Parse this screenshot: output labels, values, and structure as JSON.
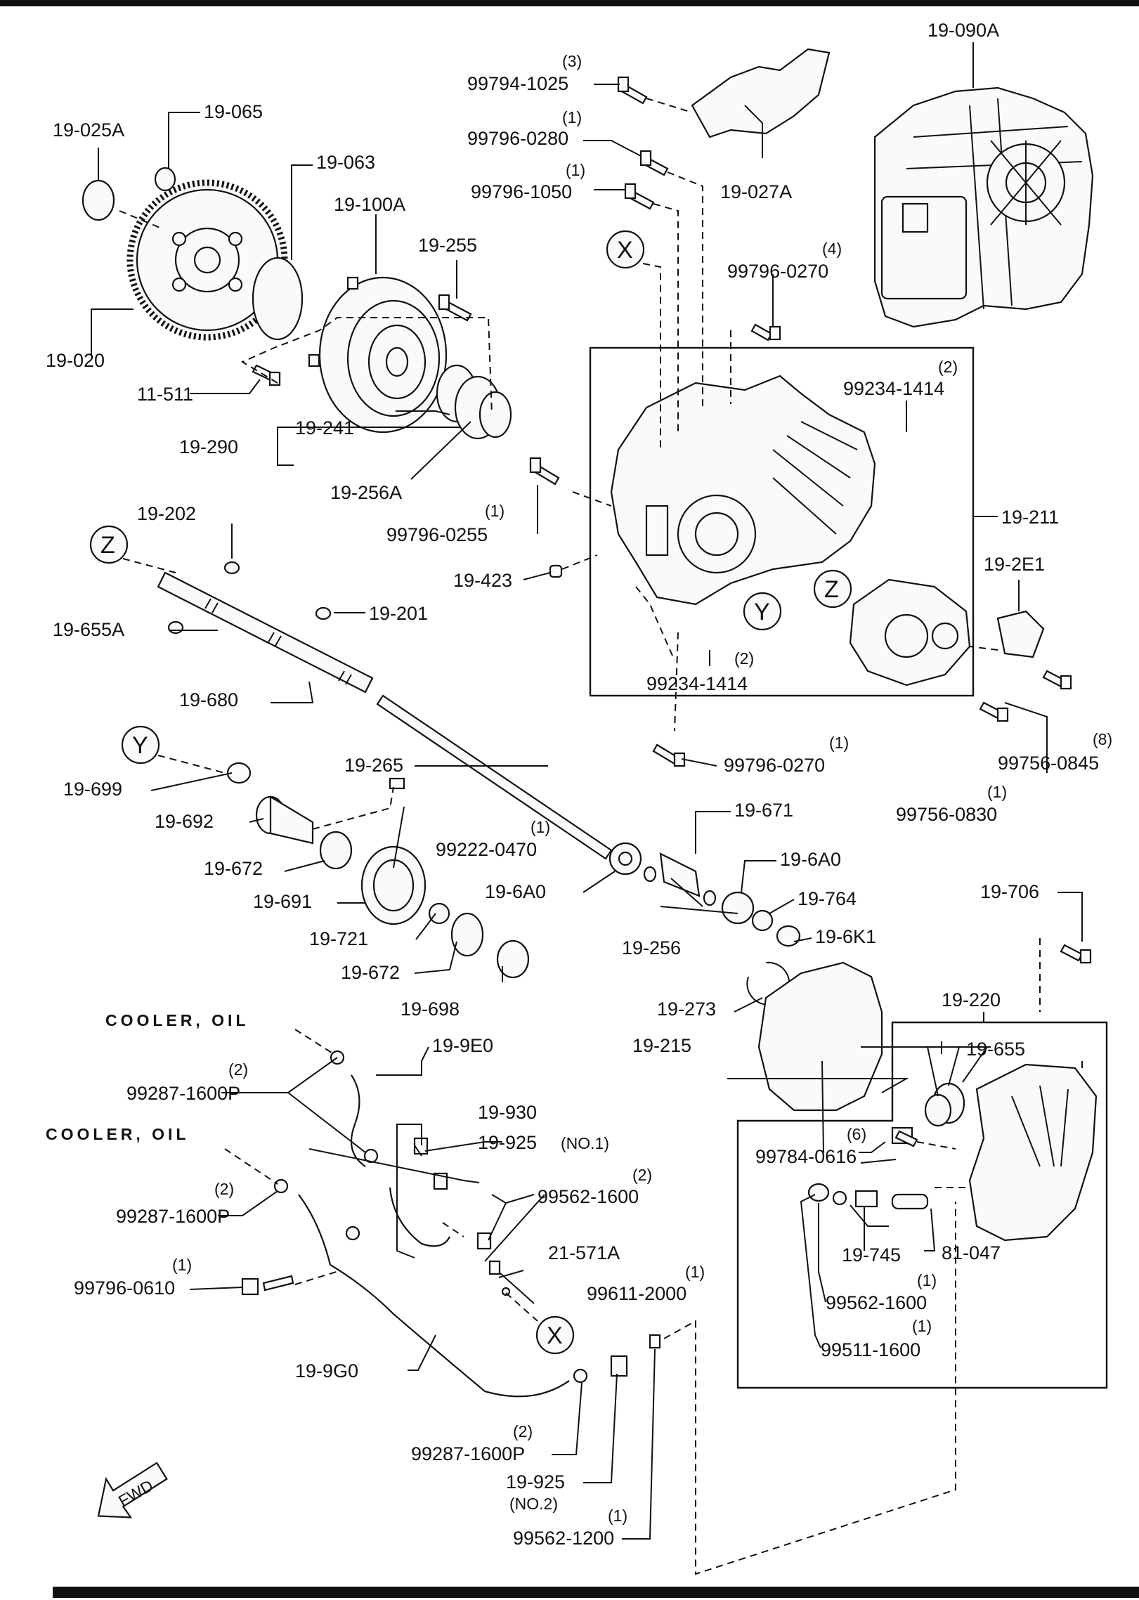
{
  "callouts": {
    "c19_090A": "19-090A",
    "c99794_1025": "99794-1025",
    "q99794_1025": "(3)",
    "c99796_0280": "99796-0280",
    "q99796_0280": "(1)",
    "c99796_1050": "99796-1050",
    "q99796_1050": "(1)",
    "c19_027A": "19-027A",
    "c99796_0270a": "99796-0270",
    "q99796_0270a": "(4)",
    "c19_025A": "19-025A",
    "c19_065": "19-065",
    "c19_063": "19-063",
    "c19_100A": "19-100A",
    "c19_255": "19-255",
    "c19_020": "19-020",
    "c11_511": "11-511",
    "c19_241": "19-241",
    "c19_290": "19-290",
    "c19_256A": "19-256A",
    "c99234_1414a": "99234-1414",
    "q99234_1414a": "(2)",
    "c99796_0255": "99796-0255",
    "q99796_0255": "(1)",
    "c19_211": "19-211",
    "c19_202": "19-202",
    "c19_423": "19-423",
    "c19_2E1": "19-2E1",
    "c19_655A": "19-655A",
    "c19_201": "19-201",
    "c99234_1414b": "99234-1414",
    "q99234_1414b": "(2)",
    "c19_680": "19-680",
    "c99796_0270b": "99796-0270",
    "q99796_0270b": "(1)",
    "c99756_0845": "99756-0845",
    "q99756_0845": "(8)",
    "c19_265": "19-265",
    "c19_699": "19-699",
    "c99756_0830": "99756-0830",
    "q99756_0830": "(1)",
    "c19_671": "19-671",
    "c19_692": "19-692",
    "c99222_0470": "99222-0470",
    "q99222_0470": "(1)",
    "c19_672a": "19-672",
    "c19_6A0a": "19-6A0",
    "c19_6A0b": "19-6A0",
    "c19_691": "19-691",
    "c19_764": "19-764",
    "c19_706": "19-706",
    "c19_721": "19-721",
    "c19_256": "19-256",
    "c19_6K1": "19-6K1",
    "c19_672b": "19-672",
    "c19_698": "19-698",
    "c19_220": "19-220",
    "c19_273": "19-273",
    "cooler1": "COOLER, OIL",
    "c19_9E0": "19-9E0",
    "c19_215": "19-215",
    "c19_655": "19-655",
    "c99287_1600Pa": "99287-1600P",
    "q99287_1600Pa": "(2)",
    "c19_930": "19-930",
    "c99784_0616": "99784-0616",
    "q99784_0616": "(6)",
    "cooler2": "COOLER, OIL",
    "c19_925a": "19-925",
    "n19_925a": "(NO.1)",
    "c99562_1600a": "99562-1600",
    "q99562_1600a": "(2)",
    "c99287_1600Pb": "99287-1600P",
    "q99287_1600Pb": "(2)",
    "c19_745": "19-745",
    "c21_571A": "21-571A",
    "c81_047": "81-047",
    "c99796_0610": "99796-0610",
    "q99796_0610": "(1)",
    "c99611_2000": "99611-2000",
    "q99611_2000": "(1)",
    "c99562_1600b": "99562-1600",
    "q99562_1600b": "(1)",
    "c99511_1600": "99511-1600",
    "q99511_1600": "(1)",
    "c19_9G0": "19-9G0",
    "c99287_1600Pc": "99287-1600P",
    "q99287_1600Pc": "(2)",
    "c19_925b": "19-925",
    "n19_925b": "(NO.2)",
    "c99562_1200": "99562-1200",
    "q99562_1200": "(1)",
    "fwd": "FWD"
  },
  "refs": {
    "x1": "X",
    "x2": "X",
    "y1": "Y",
    "y2": "Y",
    "z1": "Z",
    "z2": "Z"
  }
}
